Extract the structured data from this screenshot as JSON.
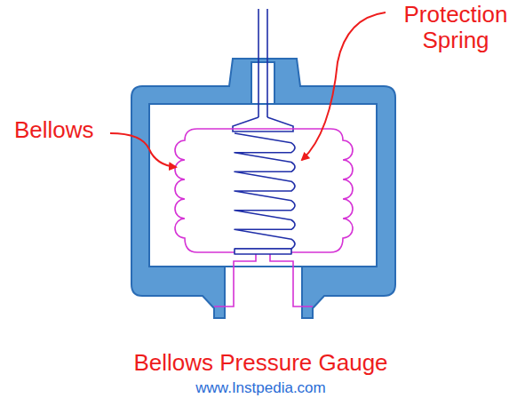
{
  "diagram": {
    "caption": "Bellows Pressure Gauge",
    "labels": [
      "Bellows",
      "Protection Spring",
      "www.Instpedia.com"
    ]
  }
}
